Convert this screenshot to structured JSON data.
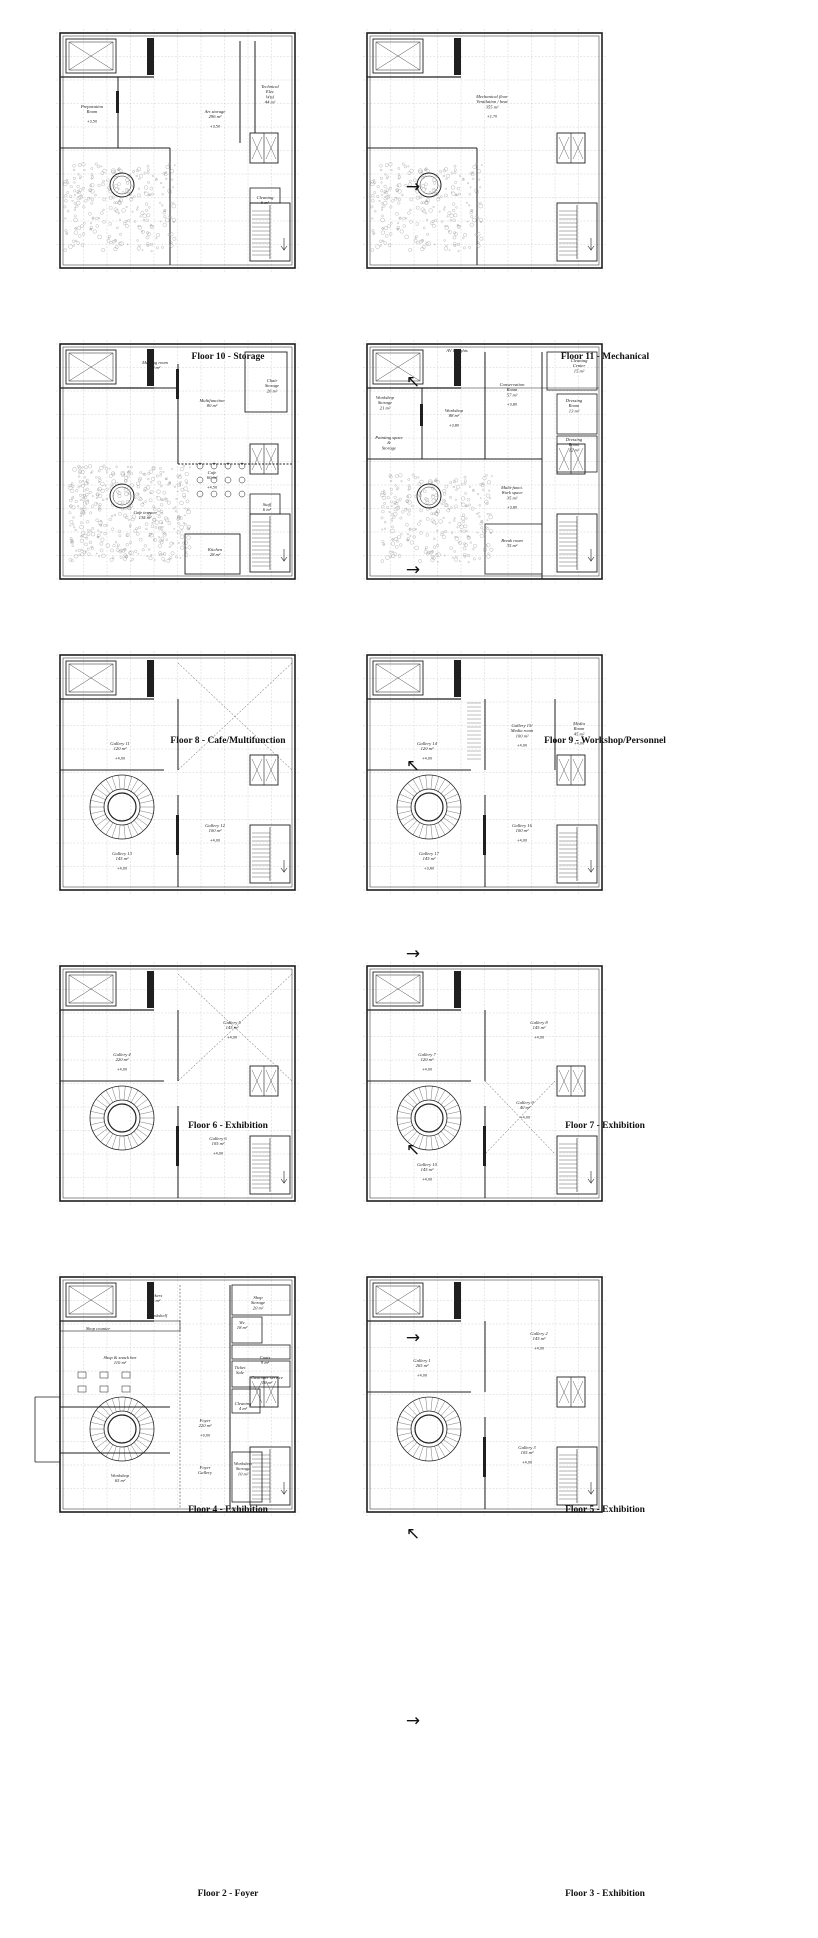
{
  "colors": {
    "wall": "#1f1f1f",
    "grid": "#bdbdbd",
    "foliage": "#8c8c8c",
    "text": "#222222",
    "background": "#ffffff"
  },
  "flow_arrows": {
    "right": "→",
    "up_left": "↖"
  },
  "floors": [
    {
      "id": "f10",
      "caption": "Floor 10 - Storage",
      "rooms": [
        {
          "id": "prep",
          "lines": [
            "Preparation",
            "Room"
          ],
          "elev": "+3,50"
        },
        {
          "id": "art",
          "lines": [
            "Art storage",
            "296 m²"
          ],
          "elev": "+3,50"
        },
        {
          "id": "tech",
          "lines": [
            "Technical",
            "Elec",
            "Wtsl",
            "44 m²"
          ]
        },
        {
          "id": "clean",
          "lines": [
            "Cleaning",
            "6 m²"
          ]
        }
      ]
    },
    {
      "id": "f11",
      "caption": "Floor 11 - Mechanical",
      "rooms": [
        {
          "id": "mech",
          "lines": [
            "Mechanical floor",
            "Ventilation / heat",
            "355 m²"
          ],
          "elev": "+2,70"
        }
      ]
    },
    {
      "id": "f8",
      "caption": "Floor 8 - Cafe/Multifunction",
      "rooms": [
        {
          "id": "meet",
          "lines": [
            "Meeting room",
            "20 m²"
          ]
        },
        {
          "id": "chair",
          "lines": [
            "Chair",
            "Storage",
            "26 m²"
          ]
        },
        {
          "id": "multi",
          "lines": [
            "Multifunction",
            "80 m²"
          ]
        },
        {
          "id": "cafe",
          "lines": [
            "Cafe",
            "60 m²"
          ],
          "elev": "+4,50"
        },
        {
          "id": "terrace",
          "lines": [
            "Cafe terrace",
            "135 m²"
          ]
        },
        {
          "id": "staff",
          "lines": [
            "Staff",
            "6 m²"
          ]
        },
        {
          "id": "kitchen",
          "lines": [
            "Kitchen",
            "28 m²"
          ]
        }
      ]
    },
    {
      "id": "f9",
      "caption": "Floor 9 - Workshop/Personnel",
      "rooms": [
        {
          "id": "av",
          "lines": [
            "AV & lights"
          ]
        },
        {
          "id": "wstore",
          "lines": [
            "Workshop",
            "Storage",
            "21 m²"
          ]
        },
        {
          "id": "paint",
          "lines": [
            "Painting space",
            "&",
            "Storage"
          ]
        },
        {
          "id": "wshop",
          "lines": [
            "Workshop",
            "88 m²"
          ],
          "elev": "+3,80"
        },
        {
          "id": "cons",
          "lines": [
            "Conservation",
            "Room",
            "57 m²"
          ],
          "elev": "+3,80"
        },
        {
          "id": "cc",
          "lines": [
            "Cleaning",
            "Center",
            "15 m²"
          ]
        },
        {
          "id": "dr1",
          "lines": [
            "Dressing",
            "Room",
            "13 m²"
          ]
        },
        {
          "id": "dr2",
          "lines": [
            "Dressing",
            "Room",
            "12 m²"
          ]
        },
        {
          "id": "mfw",
          "lines": [
            "Multi-funct.",
            "Work space",
            "35 m²"
          ],
          "elev": "+3,80"
        },
        {
          "id": "brk",
          "lines": [
            "Break room",
            "35 m²"
          ]
        }
      ]
    },
    {
      "id": "f6",
      "caption": "Floor 6 - Exhibition",
      "rooms": [
        {
          "id": "g11",
          "lines": [
            "Gallery 11",
            "120 m²"
          ],
          "elev": "+4,00"
        },
        {
          "id": "g12",
          "lines": [
            "Gallery 12",
            "100 m²"
          ],
          "elev": "+4,00"
        },
        {
          "id": "g13",
          "lines": [
            "Gallery 13",
            "145 m²"
          ],
          "elev": "+4,00"
        }
      ]
    },
    {
      "id": "f7",
      "caption": "Floor 7 - Exhibition",
      "rooms": [
        {
          "id": "g14",
          "lines": [
            "Gallery 14",
            "120 m²"
          ],
          "elev": "+4,00"
        },
        {
          "id": "g15",
          "lines": [
            "Gallery 15/",
            "Media room",
            "100 m²"
          ],
          "elev": "+4,00"
        },
        {
          "id": "media",
          "lines": [
            "Media",
            "Room",
            "45 m²"
          ],
          "elev": "+4,00"
        },
        {
          "id": "g16",
          "lines": [
            "Gallery 16",
            "100 m²"
          ],
          "elev": "+4,00"
        },
        {
          "id": "g17",
          "lines": [
            "Gallery 17",
            "145 m²"
          ],
          "elev": "+3,60"
        }
      ]
    },
    {
      "id": "f4",
      "caption": "Floor 4 - Exhibition",
      "rooms": [
        {
          "id": "g4",
          "lines": [
            "Gallery 4",
            "220 m²"
          ],
          "elev": "+4,00"
        },
        {
          "id": "g5",
          "lines": [
            "Gallery 5",
            "145 m²"
          ],
          "elev": "+4,00"
        },
        {
          "id": "g6",
          "lines": [
            "Gallery 6",
            "105 m²"
          ],
          "elev": "+4,00"
        }
      ]
    },
    {
      "id": "f5",
      "caption": "Floor 5 - Exhibition",
      "rooms": [
        {
          "id": "g7",
          "lines": [
            "Gallery 7",
            "120 m²"
          ],
          "elev": "+4,00"
        },
        {
          "id": "g8",
          "lines": [
            "Gallery 8",
            "145 m²"
          ],
          "elev": "+4,00"
        },
        {
          "id": "g9",
          "lines": [
            "Gallery 9",
            "40 m²"
          ],
          "elev": "+4,00"
        },
        {
          "id": "g10",
          "lines": [
            "Gallery 10",
            "145 m²"
          ],
          "elev": "+4,00"
        }
      ]
    },
    {
      "id": "f2",
      "caption": "Floor 2 - Foyer",
      "rooms": [
        {
          "id": "lock",
          "lines": [
            "Lockers",
            "15 m²"
          ]
        },
        {
          "id": "shops",
          "lines": [
            "Shop",
            "Storage",
            "20 m²"
          ]
        },
        {
          "id": "book",
          "lines": [
            "Bookshelf"
          ]
        },
        {
          "id": "counter",
          "lines": [
            "Shop counter"
          ]
        },
        {
          "id": "wc",
          "lines": [
            "Wc",
            "18 m²"
          ]
        },
        {
          "id": "shopbar",
          "lines": [
            "Shop & snack bar",
            "110 m²"
          ]
        },
        {
          "id": "ticket",
          "lines": [
            "Ticket",
            "Sale"
          ]
        },
        {
          "id": "coats",
          "lines": [
            "Coats",
            "9 m²"
          ]
        },
        {
          "id": "cust",
          "lines": [
            "Customer service",
            "16 m²"
          ]
        },
        {
          "id": "clean2",
          "lines": [
            "Cleaning",
            "4 m²"
          ]
        },
        {
          "id": "foyer",
          "lines": [
            "Foyer",
            "220 m²"
          ],
          "elev": "+0,00"
        },
        {
          "id": "wss",
          "lines": [
            "Workshop",
            "Storage",
            "10 m²"
          ]
        },
        {
          "id": "fgal",
          "lines": [
            "Foyer",
            "Gallery"
          ]
        },
        {
          "id": "wsp",
          "lines": [
            "Workshop",
            "65 m²"
          ]
        }
      ]
    },
    {
      "id": "f3",
      "caption": "Floor 3 - Exhibition",
      "rooms": [
        {
          "id": "g1",
          "lines": [
            "Gallery 1",
            "265 m²"
          ],
          "elev": "+4,00"
        },
        {
          "id": "g2",
          "lines": [
            "Gallery 2",
            "145 m²"
          ],
          "elev": "+4,00"
        },
        {
          "id": "g3",
          "lines": [
            "Gallery 3",
            "105 m²"
          ],
          "elev": "+4,00"
        }
      ]
    }
  ]
}
